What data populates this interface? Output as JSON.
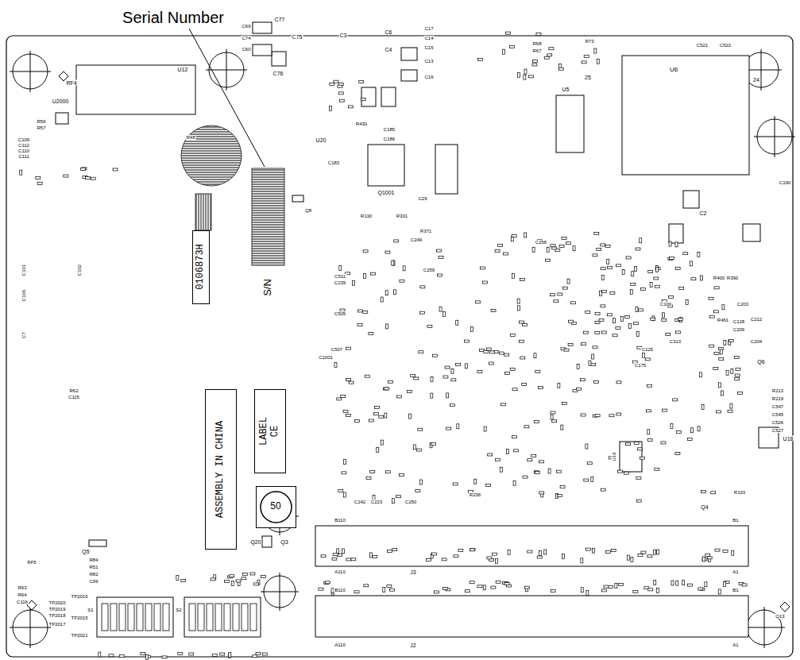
{
  "diagram": {
    "nodes": [
      {
        "text": [
          "0106873H"
        ]
      },
      {
        "text": [
          "ASSEMBLY IN CHINA"
        ]
      },
      {
        "text": [
          "LABEL CE"
        ]
      },
      {
        "text": [
          "50"
        ]
      }
    ],
    "labels": [
      "Serial Number",
      "S/N",
      "U12",
      "RF4",
      "U2000",
      "C69",
      "C74",
      "C60",
      "C77",
      "C76",
      "C75",
      "C3",
      "C6",
      "C4",
      "C17",
      "C14",
      "C15",
      "C13",
      "C16",
      "U5",
      "U6",
      "R68",
      "R67",
      "R73",
      "25",
      "24",
      "C521",
      "C522",
      "U20",
      "Q1001",
      "C29",
      "R130",
      "R331",
      "C249",
      "R371",
      "C259",
      "C256",
      "C2",
      "C190",
      "C100",
      "C203",
      "C212",
      "C204",
      "Q6",
      "R213",
      "R219",
      "C547",
      "C545",
      "C526",
      "C527",
      "U18",
      "R103",
      "Q4",
      "Q20",
      "Q3",
      "B110",
      "A110",
      "J3",
      "B1",
      "A1",
      "B110",
      "A110",
      "J2",
      "B1",
      "A1",
      "Q13",
      "Q5",
      "R84",
      "R51",
      "R82",
      "C99",
      "R63",
      "R64",
      "C116",
      "RF5",
      "TP2016",
      "TP2020",
      "TP2019",
      "TP2018",
      "TP2015",
      "TP2017",
      "TP2021",
      "S1",
      "S2",
      "C507",
      "C1001",
      "C505",
      "C511",
      "C239",
      "C242",
      "C223",
      "C250",
      "C101",
      "C106",
      "C102",
      "C7",
      "R62",
      "C115",
      "R56",
      "R57",
      "C109",
      "C112",
      "C110",
      "C111",
      "R48",
      "R430",
      "C185",
      "C186",
      "C183",
      "Q8",
      "R400",
      "R390",
      "R461",
      "C128",
      "C209",
      "C313",
      "C175",
      "C125",
      "U19",
      "R236"
    ]
  }
}
